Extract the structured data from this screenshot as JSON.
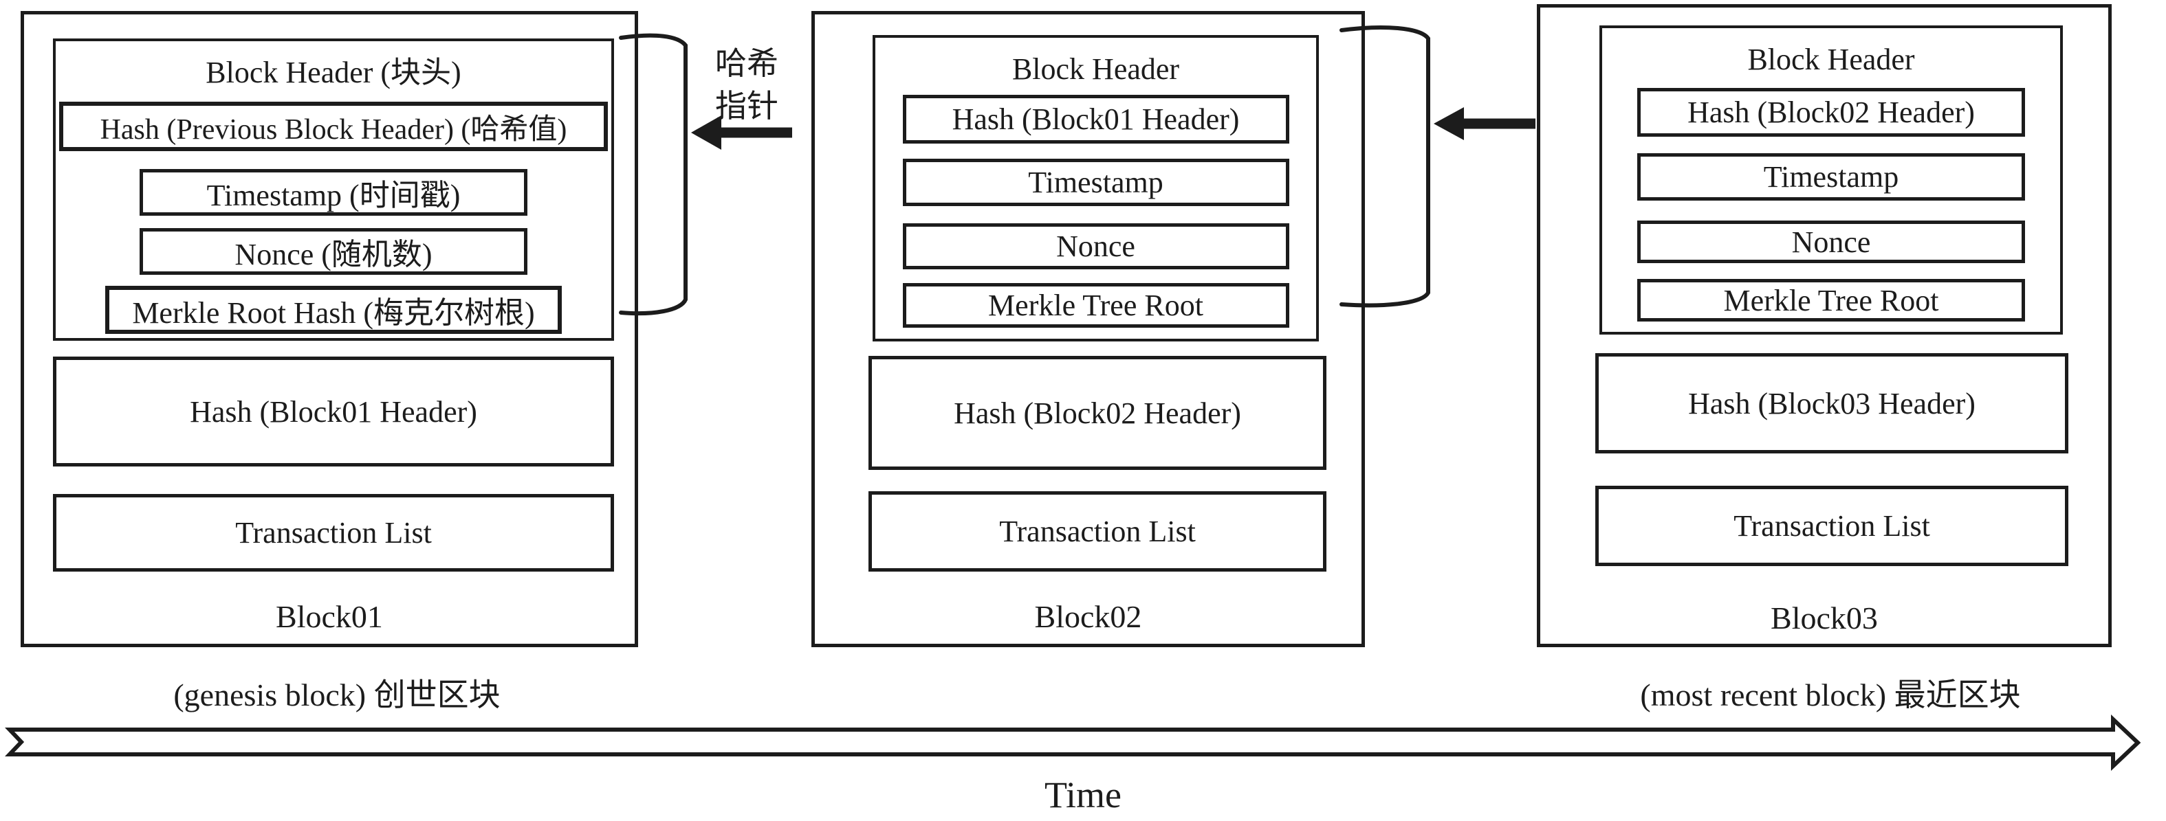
{
  "blocks": [
    {
      "name": "Block01",
      "header_title": "Block Header (块头)",
      "fields": [
        "Hash (Previous Block Header) (哈希值)",
        "Timestamp (时间戳)",
        "Nonce (随机数)",
        "Merkle Root Hash (梅克尔树根)"
      ],
      "body_hash": "Hash (Block01 Header)",
      "transactions": "Transaction List",
      "caption": "(genesis block) 创世区块"
    },
    {
      "name": "Block02",
      "header_title": "Block Header",
      "fields": [
        "Hash (Block01 Header)",
        "Timestamp",
        "Nonce",
        "Merkle Tree Root"
      ],
      "body_hash": "Hash (Block02 Header)",
      "transactions": "Transaction List"
    },
    {
      "name": "Block03",
      "header_title": "Block Header",
      "fields": [
        "Hash (Block02 Header)",
        "Timestamp",
        "Nonce",
        "Merkle Tree Root"
      ],
      "body_hash": "Hash (Block03 Header)",
      "transactions": "Transaction List",
      "caption": "(most recent block) 最近区块"
    }
  ],
  "labels": {
    "hash_pointer_line1": "哈希",
    "hash_pointer_line2": "指针",
    "time": "Time"
  },
  "colors": {
    "ink": "#1c1c1c",
    "background": "#ffffff"
  }
}
